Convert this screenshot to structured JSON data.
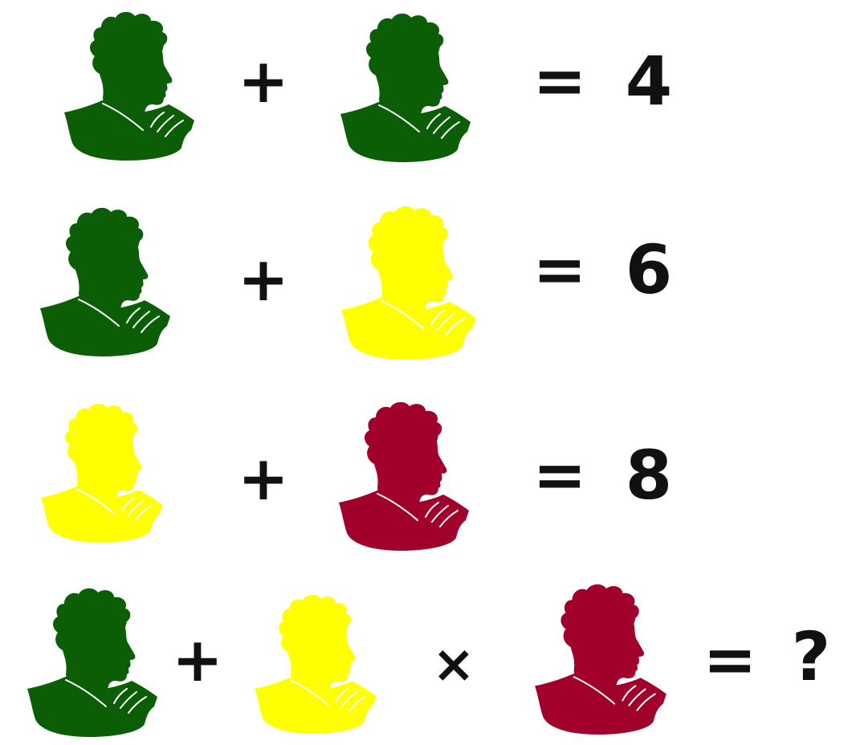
{
  "colors": {
    "green": "#0b5e06",
    "yellow": "#ffff00",
    "red": "#a0002a",
    "text": "#111111",
    "background": "#ffffff"
  },
  "icon": "bust-silhouette-icon",
  "equations": [
    {
      "terms": [
        "green",
        "green"
      ],
      "operators": [
        "+"
      ],
      "equals": "=",
      "result": "4"
    },
    {
      "terms": [
        "green",
        "yellow"
      ],
      "operators": [
        "+"
      ],
      "equals": "=",
      "result": "6"
    },
    {
      "terms": [
        "yellow",
        "red"
      ],
      "operators": [
        "+"
      ],
      "equals": "=",
      "result": "8"
    },
    {
      "terms": [
        "green",
        "yellow",
        "red"
      ],
      "operators": [
        "+",
        "×"
      ],
      "equals": "=",
      "result": "?"
    }
  ]
}
